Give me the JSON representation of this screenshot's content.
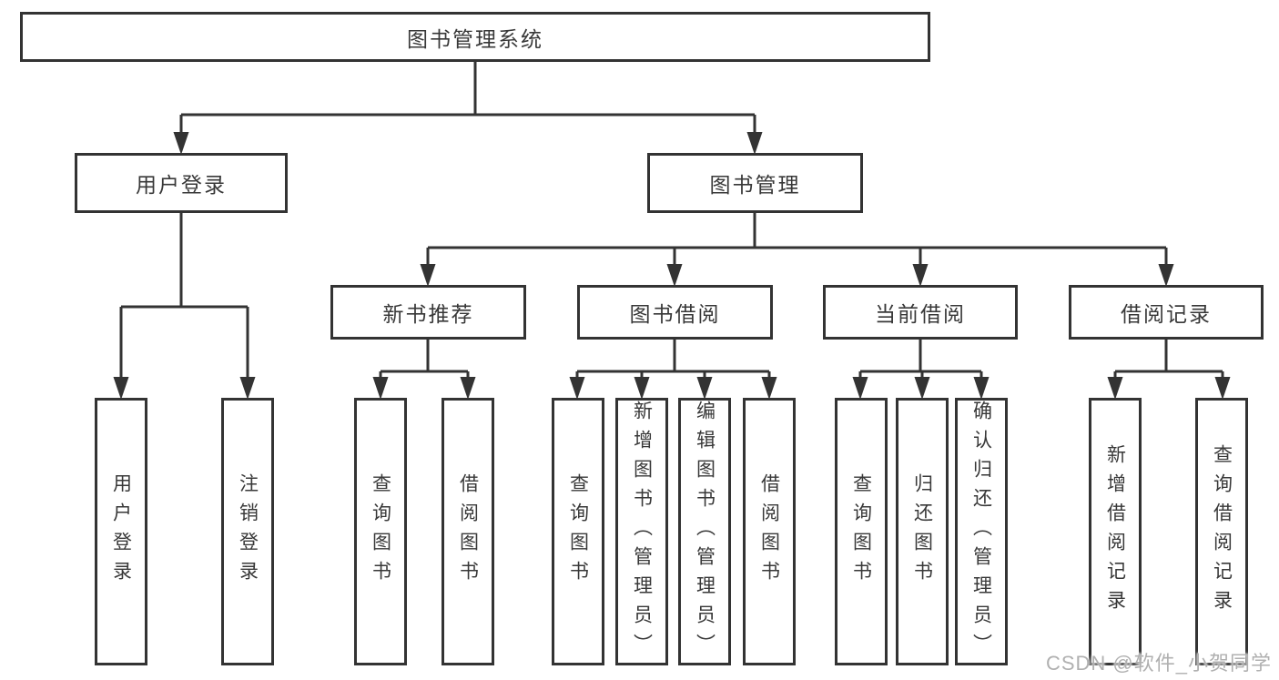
{
  "tree": {
    "root": {
      "label": "图书管理系统"
    },
    "login_branch": {
      "label": "用户登录",
      "leaves": [
        {
          "label": "用户登录"
        },
        {
          "label": "注销登录"
        }
      ]
    },
    "mgmt_branch": {
      "label": "图书管理",
      "sections": [
        {
          "label": "新书推荐",
          "leaves": [
            {
              "label": "查询图书"
            },
            {
              "label": "借阅图书"
            }
          ]
        },
        {
          "label": "图书借阅",
          "leaves": [
            {
              "label": "查询图书"
            },
            {
              "label": "新增图书（管理员）"
            },
            {
              "label": "编辑图书（管理员）"
            },
            {
              "label": "借阅图书"
            }
          ]
        },
        {
          "label": "当前借阅",
          "leaves": [
            {
              "label": "查询图书"
            },
            {
              "label": "归还图书"
            },
            {
              "label": "确认归还（管理员）"
            }
          ]
        },
        {
          "label": "借阅记录",
          "leaves": [
            {
              "label": "新增借阅记录"
            },
            {
              "label": "查询借阅记录"
            }
          ]
        }
      ]
    }
  },
  "watermark": {
    "text": "CSDN @软件_小贺同学"
  },
  "colors": {
    "border": "#333333",
    "text": "#383838",
    "connector": "#333333",
    "watermark": "#b0b0b0",
    "background": "#ffffff"
  }
}
